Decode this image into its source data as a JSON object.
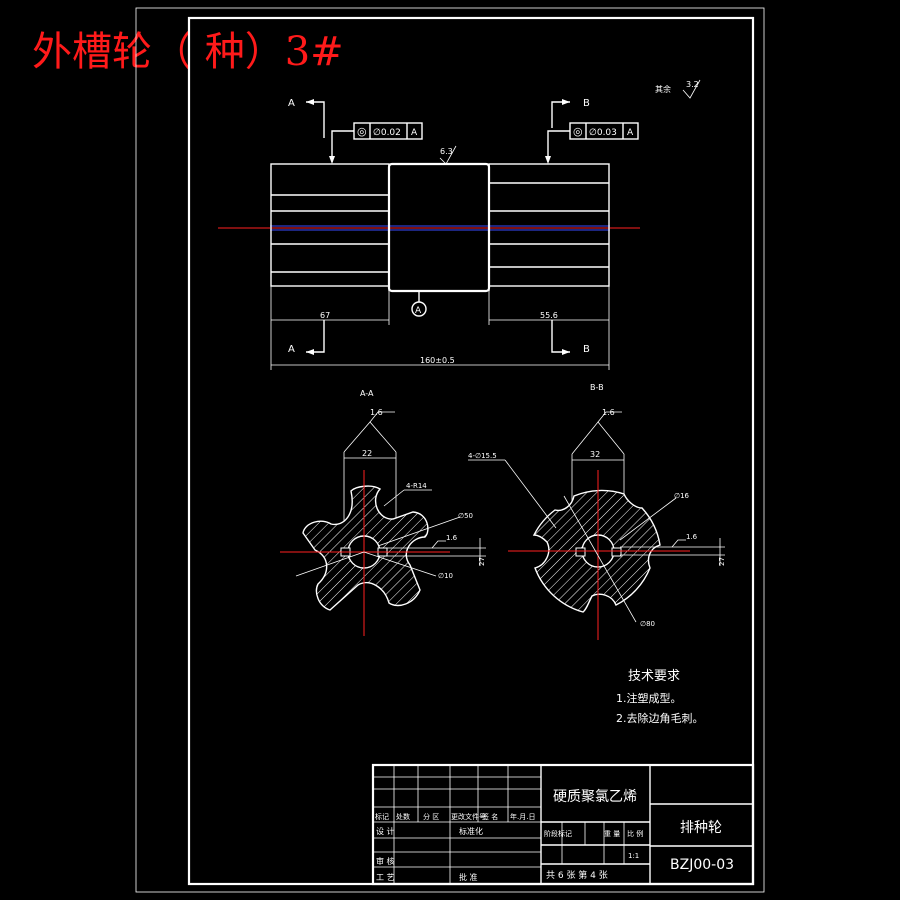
{
  "title": "外槽轮（ 种）3#",
  "roughness_other": "其余",
  "roughness_other_val": "3.2",
  "section_a_label": "A",
  "section_b_label": "B",
  "tol_a": {
    "symbol": "◎",
    "value": "∅0.02",
    "datum": "A"
  },
  "tol_b": {
    "symbol": "◎",
    "value": "∅0.03",
    "datum": "A"
  },
  "roughness_top": "6.3",
  "datum_label": "A",
  "dim_left": "67",
  "dim_right": "55.6",
  "dim_total": "160±0.5",
  "view_aa": {
    "title": "A-A",
    "roughness": "1.6",
    "dim_width": "22",
    "keyway": "4-R14",
    "bore": "∅50",
    "bore_note": "∅10",
    "rough_side": "1.6",
    "dim_side": "27"
  },
  "view_bb": {
    "title": "B-B",
    "roughness": "1.6",
    "dim_width": "32",
    "holes": "4-∅15.5",
    "bore_note": "∅16",
    "outer": "∅80",
    "rough_side": "1.6",
    "dim_side": "27"
  },
  "tech": {
    "heading": "技术要求",
    "item1": "1.注塑成型。",
    "item2": "2.去除边角毛刺。"
  },
  "title_block": {
    "material": "硬质聚氯乙烯",
    "part_name": "排种轮",
    "drawing_no": "BZJ00-03",
    "scale": "1:1",
    "sheets": "共 6 张   第 4 张",
    "row_labels": [
      "标记",
      "处数",
      "分 区",
      "更改文件号",
      "签 名",
      "年.月.日"
    ],
    "design": "设 计",
    "standard": "标准化",
    "stage": "阶段标记",
    "weight": "重 量",
    "ratio": "比 例",
    "review": "审 核",
    "process": "工 艺",
    "approve": "批 准"
  }
}
